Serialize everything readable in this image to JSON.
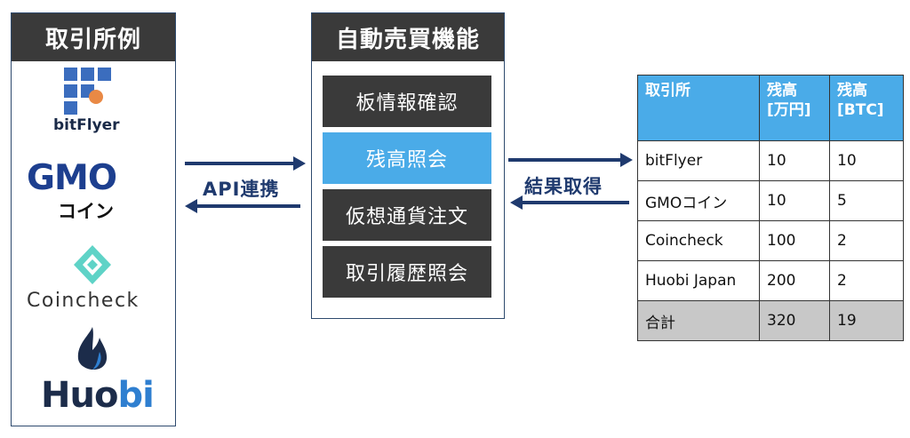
{
  "exchanges_panel": {
    "title": "取引所例",
    "logos": {
      "bitflyer": "bitFlyer",
      "gmo": "GMO",
      "gmo_coin": "コイン",
      "coincheck": "Coincheck",
      "huobi_prefix": "Huo",
      "huobi_suffix": "bi"
    }
  },
  "api_label": "API連携",
  "functions_panel": {
    "title": "自動売買機能",
    "items": [
      "板情報確認",
      "残高照会",
      "仮想通貨注文",
      "取引履歴照会"
    ],
    "active_index": 1
  },
  "result_label": "結果取得",
  "result_table": {
    "headers": [
      "取引所",
      "残高\n[万円]",
      "残高\n[BTC]"
    ],
    "rows": [
      [
        "bitFlyer",
        "10",
        "10"
      ],
      [
        "GMOコイン",
        "10",
        "5"
      ],
      [
        "Coincheck",
        "100",
        "2"
      ],
      [
        "Huobi Japan",
        "200",
        "2"
      ]
    ],
    "total": [
      "合計",
      "320",
      "19"
    ]
  },
  "colors": {
    "dark_box": "#3a3a3a",
    "accent_blue": "#4aabe8",
    "arrow_navy": "#1f3a6e",
    "total_gray": "#c8c8c8"
  }
}
